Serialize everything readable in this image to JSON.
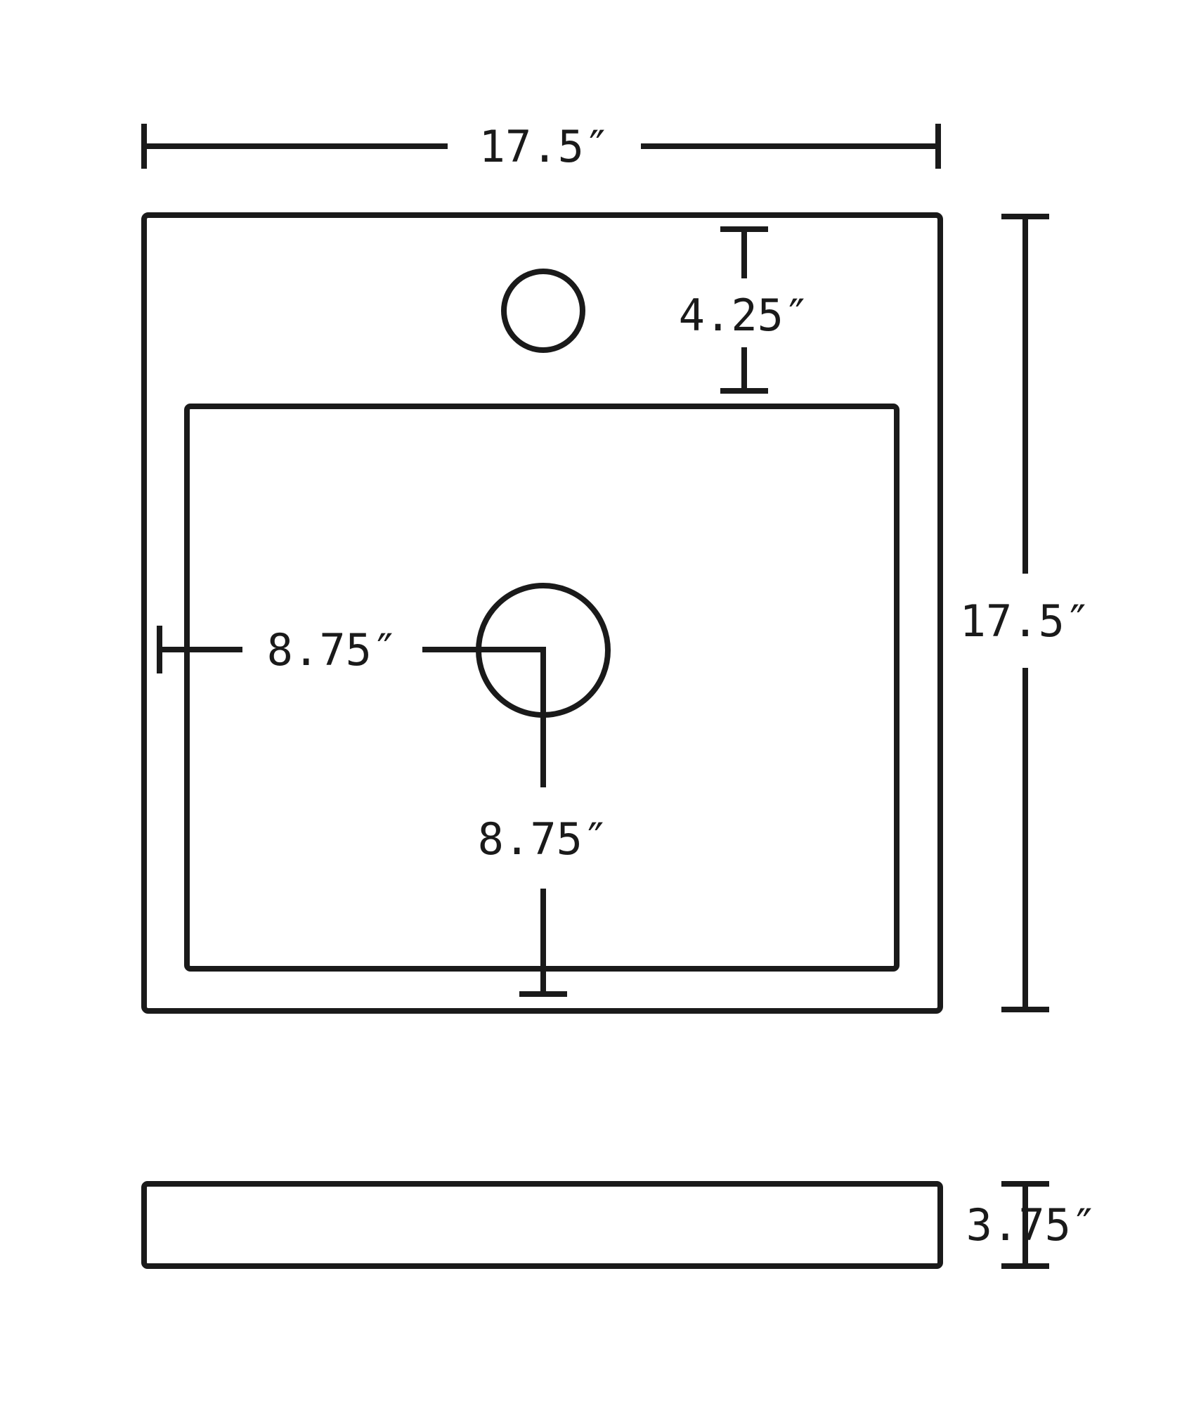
{
  "dimensions": {
    "top_width": "17.5″",
    "right_depth": "17.5″",
    "faucet_offset": "4.25″",
    "drain_horizontal": "8.75″",
    "drain_vertical": "8.75″",
    "side_height": "3.75″"
  },
  "colors": {
    "line": "#1a1a1a",
    "background": "#ffffff"
  }
}
